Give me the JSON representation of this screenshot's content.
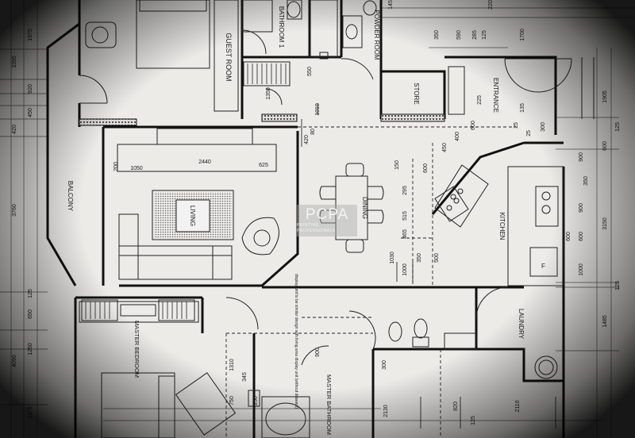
{
  "rooms": {
    "guest_room": "GUEST ROOM",
    "bathroom_1": "BATHROOM 1",
    "powder_room": "POWDER ROOM",
    "store": "STORE",
    "entrance": "ENTRANCE",
    "balcony": "BALCONY",
    "living": "LIVING",
    "dining": "DINING",
    "kitchen": "KITCHEN",
    "laundry": "LAUNDRY",
    "master_bedroom": "MASTER BEDROOM",
    "master_bathroom": "MASTER BATHROOM"
  },
  "note": "display unit to be similar design with living area display unit (without drawers)",
  "watermark": {
    "logo": "PCPA",
    "sub": "PRINTING PROFESSIONALS"
  },
  "fixtures": {
    "fridge": "F"
  },
  "dims": {
    "left_top": "1975",
    "left_3395": "3395",
    "left_920": "920",
    "left_450": "450",
    "left_420": "420",
    "left_3760": "3760",
    "left_125a": "125",
    "left_650": "650",
    "left_1250": "1250",
    "left_4090": "4090",
    "left_1975b": "1975",
    "bath_1350": "1350",
    "bath_550": "550",
    "bath_1010": "1010",
    "top_350": "350",
    "top_590": "590",
    "top_285": "285",
    "top_125": "125",
    "top_1700": "1700",
    "top_145": "145",
    "top_220": "220",
    "d_420": "420",
    "d_80": "80",
    "d_200": "200",
    "d_1050": "1050",
    "d_2440": "2440",
    "d_625": "625",
    "din_225": "225",
    "din_600": "600",
    "din_400": "400",
    "din_450": "450",
    "din_150": "150",
    "din_600b": "600",
    "din_295": "295",
    "din_515": "515",
    "din_465": "465",
    "din_1030": "1030",
    "din_350": "350",
    "din_500": "500",
    "din_1000": "1000",
    "kit_900": "900",
    "kit_350": "350",
    "kit_900b": "900",
    "kit_600": "600",
    "kit_1000": "1000",
    "kit_600b": "600",
    "right_1905": "1905",
    "right_125": "125",
    "right_600": "600",
    "right_3150": "3150",
    "right_125b": "125",
    "right_1485": "1485",
    "ent_135": "135",
    "ent_25": "25",
    "ent_25b": "25",
    "ent_300": "300",
    "mb_1310": "1310",
    "mb_345": "345",
    "mb_750": "750",
    "mb_250": "250",
    "mb_300": "300",
    "mb_900": "900",
    "bot_2130": "2130",
    "bot_820": "820",
    "bot_125": "125",
    "bot_2110": "2110"
  }
}
